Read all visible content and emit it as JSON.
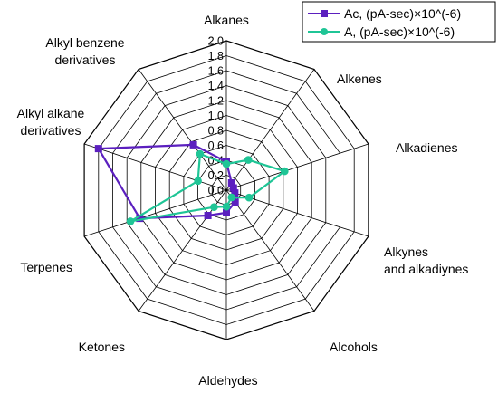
{
  "chart_data": {
    "type": "radar",
    "categories": [
      "Alkanes",
      "Alkenes",
      "Alkadienes",
      "Alkynes and alkadiynes",
      "Alcohols",
      "Aldehydes",
      "Ketones",
      "Terpenes",
      "Alkyl alkane derivatives",
      "Alkyl benzene derivatives"
    ],
    "ticks": [
      "0.0",
      "0.2",
      "0.4",
      "0.6",
      "0.8",
      "1.0",
      "1.2",
      "1.4",
      "1.6",
      "1.8",
      "2.0"
    ],
    "rlim": [
      0,
      2.0
    ],
    "grid": true,
    "legend_position": "top-right",
    "series": [
      {
        "name": "Ac, (pA-sec)×10^(-6)",
        "color": "#5b1fbf",
        "marker": "square",
        "values": [
          0.38,
          0.12,
          0.1,
          0.12,
          0.2,
          0.3,
          0.42,
          1.22,
          1.8,
          0.75
        ]
      },
      {
        "name": "A, (pA-sec)×10^(-6)",
        "color": "#1fc596",
        "marker": "circle",
        "values": [
          0.35,
          0.5,
          0.82,
          0.32,
          0.12,
          0.22,
          0.28,
          1.35,
          0.4,
          0.6
        ]
      }
    ]
  }
}
